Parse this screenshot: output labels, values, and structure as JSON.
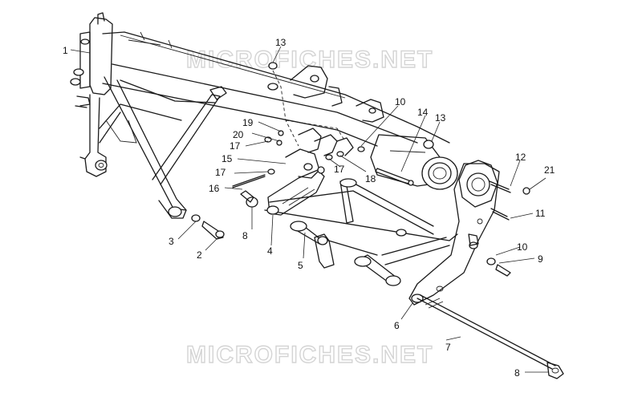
{
  "watermark": "MICROFICHES.NET",
  "callouts": [
    "1",
    "2",
    "3",
    "4",
    "5",
    "6",
    "7",
    "8",
    "8",
    "9",
    "10",
    "10",
    "11",
    "12",
    "13",
    "13",
    "14",
    "15",
    "16",
    "17",
    "17",
    "17",
    "18",
    "19",
    "20",
    "21"
  ]
}
